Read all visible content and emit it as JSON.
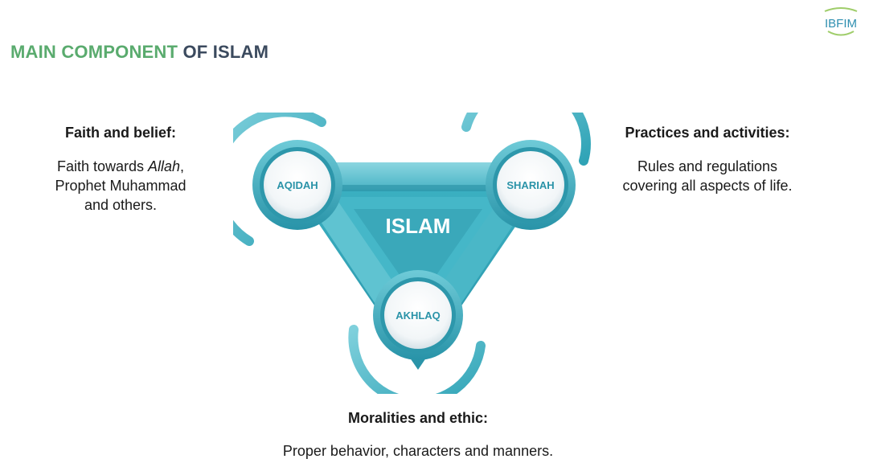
{
  "title": {
    "part1": "MAIN COMPONENT",
    "part2": " OF ISLAM"
  },
  "logo": {
    "text": "IBFIM"
  },
  "diagram": {
    "center_label": "ISLAM",
    "nodes": {
      "aqidah": "AQIDAH",
      "shariah": "SHARIAH",
      "akhlaq": "AKHLAQ"
    }
  },
  "blocks": {
    "left": {
      "heading": "Faith and belief:",
      "line1_pre": "Faith towards ",
      "line1_em": "Allah",
      "line1_post": ",",
      "line2": "Prophet Muhammad",
      "line3": "and others."
    },
    "right": {
      "heading": "Practices and activities:",
      "line1": "Rules and regulations",
      "line2": "covering all aspects of life."
    },
    "bottom": {
      "heading": "Moralities and ethic:",
      "line1": "Proper behavior, characters and manners."
    }
  },
  "colors": {
    "title_green": "#5aab6e",
    "title_dark": "#3b4a5e",
    "teal": "#2fa3b6",
    "teal_light": "#7fd0dc",
    "teal_dark": "#1e7f92"
  }
}
